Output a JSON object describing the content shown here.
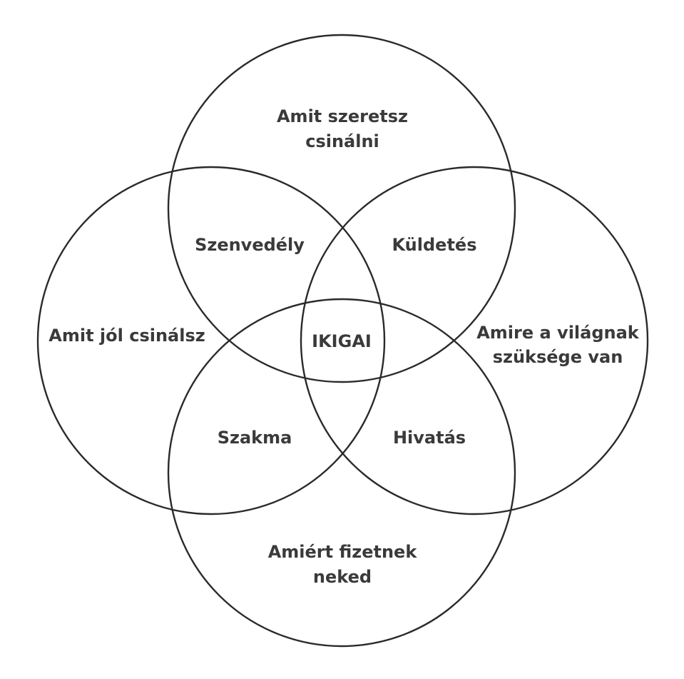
{
  "diagram": {
    "circles": {
      "love": "Amit szeretsz csinálni",
      "good_at": "Amit jól csinálsz",
      "world_needs": "Amire a világnak szüksége van",
      "paid_for": "Amiért fizetnek neked"
    },
    "circle_labels": {
      "love_line1": "Amit szeretsz",
      "love_line2": "csinálni",
      "good_at": "Amit jól csinálsz",
      "world_needs_line1": "Amire a világnak",
      "world_needs_line2": "szüksége van",
      "paid_for_line1": "Amiért fizetnek",
      "paid_for_line2": "neked"
    },
    "overlaps": {
      "passion": "Szenvedély",
      "mission": "Küldetés",
      "profession": "Szakma",
      "vocation": "Hivatás"
    },
    "center": "IKIGAI"
  }
}
